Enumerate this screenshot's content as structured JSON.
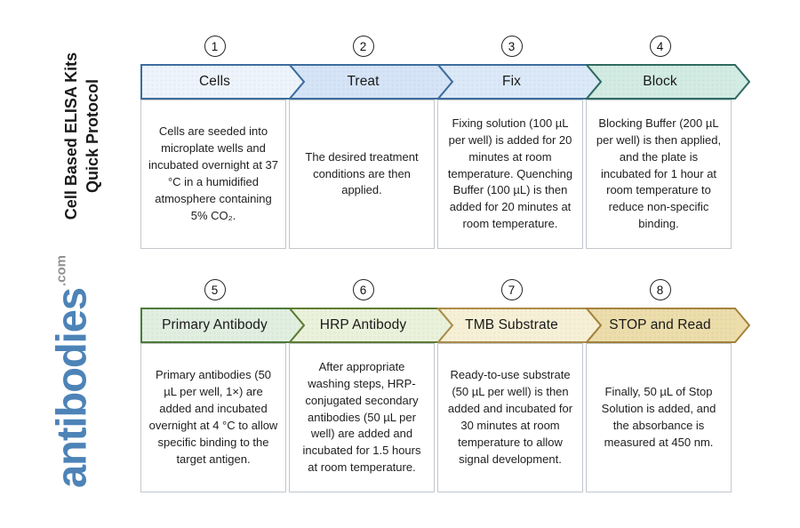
{
  "sidebar": {
    "title_line1": "Cell Based ELISA Kits",
    "title_line2": "Quick Protocol",
    "logo_text": "antibodies",
    "logo_suffix": ".com",
    "logo_color": "#4d83b7",
    "logo_suffix_color": "#8f9094"
  },
  "steps": [
    {
      "number": "1",
      "label": "Cells",
      "fill": "#edf4fc",
      "border": "#3c6d9e",
      "description": "Cells are seeded into microplate wells and incubated overnight at 37 °C in a humidified atmosphere containing 5% CO₂."
    },
    {
      "number": "2",
      "label": "Treat",
      "fill": "#d6e4f7",
      "border": "#3c6d9e",
      "description": "The desired treatment conditions are then applied."
    },
    {
      "number": "3",
      "label": "Fix",
      "fill": "#dbe9f8",
      "border": "#3c6d9e",
      "description": "Fixing solution (100 µL per well) is added for 20 minutes at room temperature. Quenching Buffer (100 µL) is then added for 20 minutes at room temperature."
    },
    {
      "number": "4",
      "label": "Block",
      "fill": "#d2ebe3",
      "border": "#2f6a60",
      "description": "Blocking Buffer (200 µL per well) is then applied, and the plate is incubated for 1 hour at room temperature to reduce non-specific binding."
    },
    {
      "number": "5",
      "label": "Primary Antibody",
      "fill": "#e1efe0",
      "border": "#4c7a38",
      "description": "Primary antibodies (50 µL per well, 1×) are added and incubated overnight at 4 °C to allow specific binding to the target antigen."
    },
    {
      "number": "6",
      "label": "HRP Antibody",
      "fill": "#ebf2dc",
      "border": "#5d7c33",
      "description": "After appropriate washing steps, HRP-conjugated secondary antibodies (50 µL per well) are added and incubated for 1.5 hours at room temperature."
    },
    {
      "number": "7",
      "label": "TMB Substrate",
      "fill": "#f6f1d6",
      "border": "#ad8c48",
      "description": "Ready-to-use substrate (50 µL per well) is then added and incubated for 30 minutes at room temperature to allow signal development."
    },
    {
      "number": "8",
      "label": "STOP and Read",
      "fill": "#ecddab",
      "border": "#a5823b",
      "description": "Finally, 50 µL of Stop Solution is added, and the absorbance is measured at 450 nm."
    }
  ]
}
